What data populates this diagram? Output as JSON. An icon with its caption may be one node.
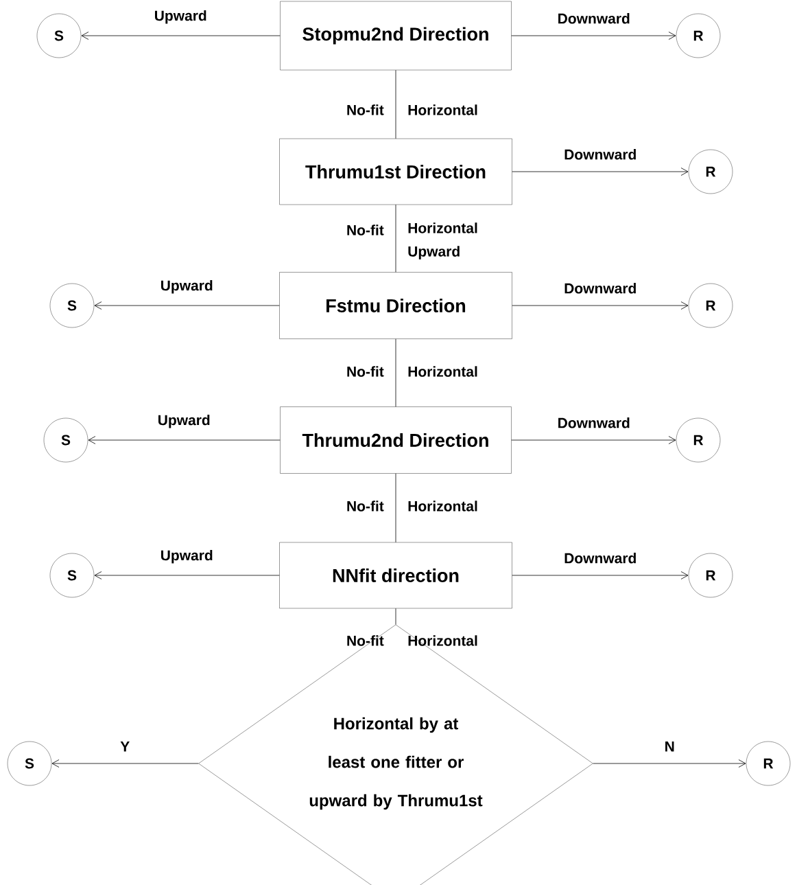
{
  "diagram": {
    "nodes": [
      {
        "text": [
          "Stopmu2nd Direction"
        ]
      },
      {
        "text": [
          "S"
        ]
      },
      {
        "text": [
          "R"
        ]
      },
      {
        "text": [
          "Thrumu1st Direction"
        ]
      },
      {
        "text": [
          "R"
        ]
      },
      {
        "text": [
          "Fstmu Direction"
        ]
      },
      {
        "text": [
          "S"
        ]
      },
      {
        "text": [
          "R"
        ]
      },
      {
        "text": [
          "Thrumu2nd Direction"
        ]
      },
      {
        "text": [
          "S"
        ]
      },
      {
        "text": [
          "R"
        ]
      },
      {
        "text": [
          "NNfit direction"
        ]
      },
      {
        "text": [
          "S"
        ]
      },
      {
        "text": [
          "R"
        ]
      },
      {
        "text": [
          "Horizontal by at least one fitter or upward by Thrumu1st"
        ]
      },
      {
        "text": [
          "S"
        ]
      },
      {
        "text": [
          "R"
        ]
      }
    ],
    "edges": [
      {
        "from": 0,
        "to": 1,
        "arrow": "to",
        "label": "Upward"
      },
      {
        "from": 0,
        "to": 2,
        "arrow": "to",
        "label": "Downward"
      },
      {
        "from": 0,
        "to": 3,
        "arrow": "none"
      },
      {
        "from": 3,
        "to": 4,
        "arrow": "to",
        "label": "Downward"
      },
      {
        "from": 3,
        "to": 5,
        "arrow": "none"
      },
      {
        "from": 5,
        "to": 6,
        "arrow": "to",
        "label": "Upward"
      },
      {
        "from": 5,
        "to": 7,
        "arrow": "to",
        "label": "Downward"
      },
      {
        "from": 5,
        "to": 8,
        "arrow": "none"
      },
      {
        "from": 8,
        "to": 9,
        "arrow": "to",
        "label": "Upward"
      },
      {
        "from": 8,
        "to": 10,
        "arrow": "to",
        "label": "Downward"
      },
      {
        "from": 8,
        "to": 11,
        "arrow": "none"
      },
      {
        "from": 11,
        "to": 12,
        "arrow": "to",
        "label": "Upward"
      },
      {
        "from": 11,
        "to": 13,
        "arrow": "to",
        "label": "Downward"
      },
      {
        "from": 11,
        "to": 14,
        "arrow": "none"
      },
      {
        "from": 14,
        "to": 15,
        "arrow": "to",
        "label": "Y"
      },
      {
        "from": 14,
        "to": 16,
        "arrow": "to",
        "label": "N"
      }
    ],
    "labels": [
      "No-fit",
      "Horizontal",
      "No-fit",
      "Horizontal Upward",
      "No-fit",
      "Horizontal",
      "No-fit",
      "Horizontal",
      "No-fit",
      "Horizontal"
    ]
  }
}
